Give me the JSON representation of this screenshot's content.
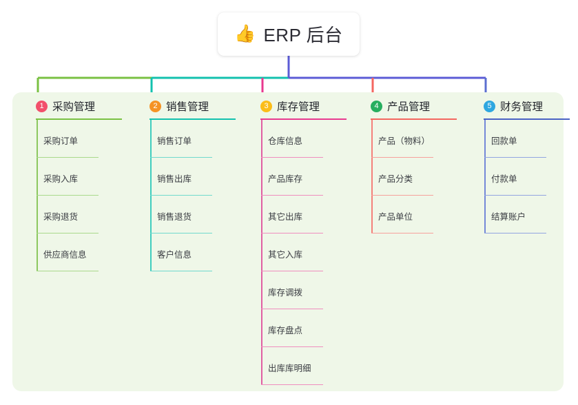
{
  "root": {
    "icon": "thumbs-up-icon",
    "emoji": "👍",
    "title": "ERP 后台"
  },
  "palette": {
    "panel_bg": "#eff7e8",
    "page_bg": "#ffffff",
    "title_text": "#2b2b33",
    "trunk": "#5b5bd6"
  },
  "columns": [
    {
      "number": "1",
      "title": "采购管理",
      "badge_color": "#f2506b",
      "rule_color": "#7ac143",
      "connector_color": "#7ac143",
      "leaf_rule_color": "#a9d98a",
      "spine_color": "#8cc85f",
      "items": [
        "采购订单",
        "采购入库",
        "采购退货",
        "供应商信息"
      ]
    },
    {
      "number": "2",
      "title": "销售管理",
      "badge_color": "#f59324",
      "rule_color": "#12c1ae",
      "connector_color": "#12c1ae",
      "leaf_rule_color": "#6fd9cd",
      "spine_color": "#3fcdbe",
      "items": [
        "销售订单",
        "销售出库",
        "销售退货",
        "客户信息"
      ]
    },
    {
      "number": "3",
      "title": "库存管理",
      "badge_color": "#fbbd19",
      "rule_color": "#e8398f",
      "connector_color": "#e8398f",
      "leaf_rule_color": "#ef8dbe",
      "spine_color": "#e05fa3",
      "items": [
        "仓库信息",
        "产品库存",
        "其它出库",
        "其它入库",
        "库存调拨",
        "库存盘点",
        "出库库明细"
      ]
    },
    {
      "number": "4",
      "title": "产品管理",
      "badge_color": "#27ae5f",
      "rule_color": "#f4665f",
      "connector_color": "#f4665f",
      "leaf_rule_color": "#f6a09b",
      "spine_color": "#f4807a",
      "items": [
        "产品（物料）",
        "产品分类",
        "产品单位"
      ]
    },
    {
      "number": "5",
      "title": "财务管理",
      "badge_color": "#2ea7e0",
      "rule_color": "#4a62c4",
      "connector_color": "#5b6fd0",
      "leaf_rule_color": "#91a4e0",
      "spine_color": "#7388d8",
      "items": [
        "回款单",
        "付款单",
        "结算账户"
      ]
    }
  ]
}
